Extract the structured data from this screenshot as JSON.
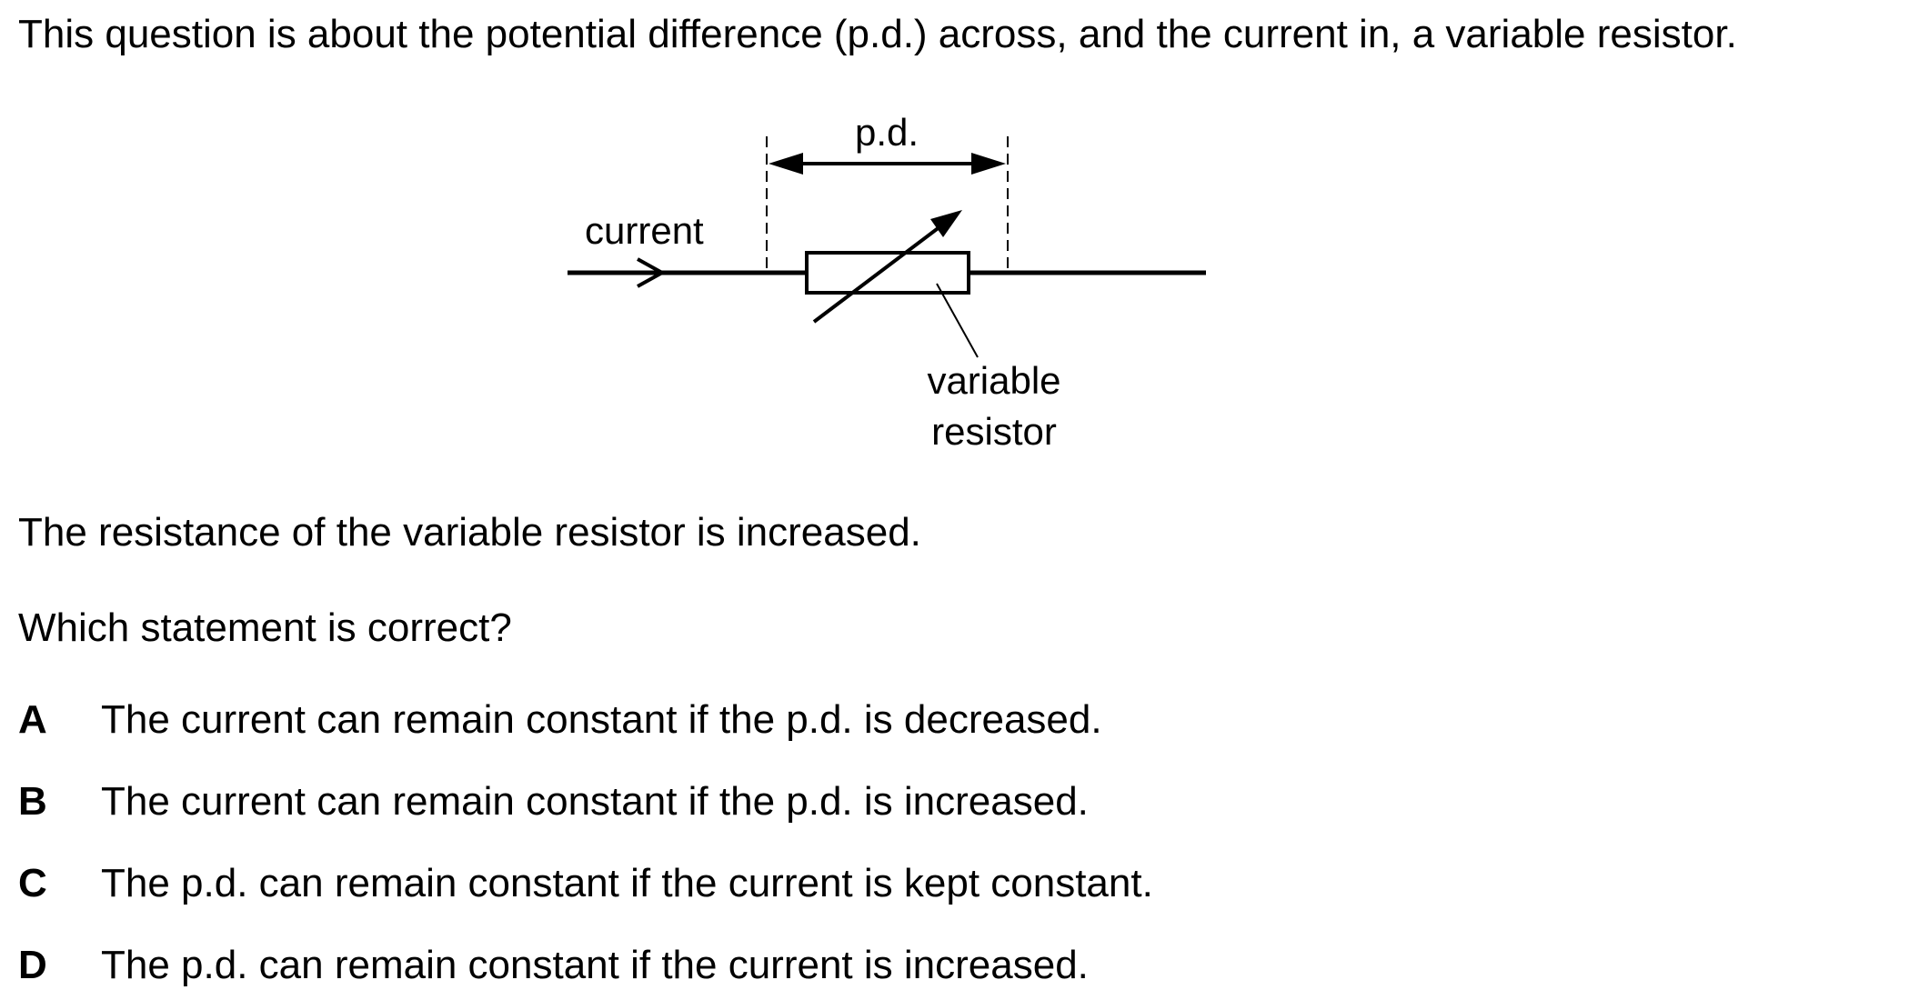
{
  "question": {
    "intro": "This question is about the potential difference (p.d.) across, and the current in, a variable resistor.",
    "statement": "The resistance of the variable resistor is increased.",
    "prompt": "Which statement is correct?"
  },
  "diagram": {
    "pd_label": "p.d.",
    "current_label": "current",
    "resistor_label_line1": "variable",
    "resistor_label_line2": "resistor"
  },
  "options": [
    {
      "letter": "A",
      "text": "The current can remain constant if the p.d. is decreased."
    },
    {
      "letter": "B",
      "text": "The current can remain constant if the p.d. is increased."
    },
    {
      "letter": "C",
      "text": "The p.d. can remain constant if the current is kept constant."
    },
    {
      "letter": "D",
      "text": "The p.d. can remain constant if the current is increased."
    }
  ]
}
